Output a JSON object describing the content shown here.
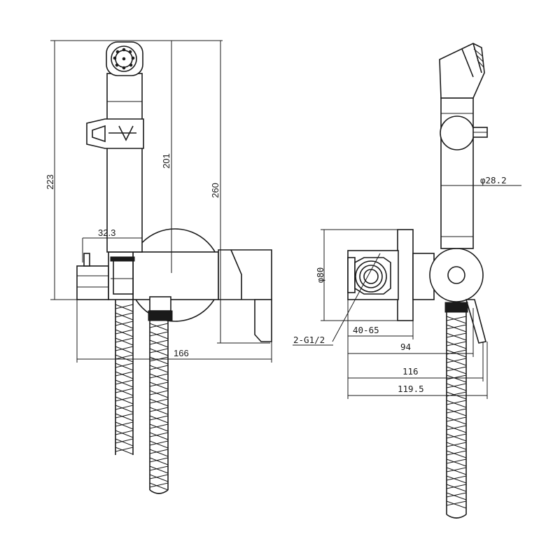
{
  "dimensions": {
    "left_view": {
      "height_223": "223",
      "height_201": "201",
      "height_260": "260",
      "offset_32_3": "32.3",
      "width_166": "166"
    },
    "right_view": {
      "diameter_80": "φ80",
      "diameter_28_2": "φ28.2",
      "thread_2_g1_2": "2-G1/2",
      "range_40_65": "40-65",
      "width_94": "94",
      "width_116": "116",
      "width_119_5": "119.5"
    }
  },
  "colors": {
    "line": "#1a1a1a",
    "background": "#ffffff"
  }
}
